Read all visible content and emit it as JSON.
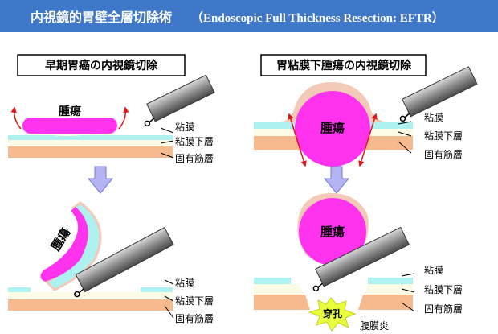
{
  "header": {
    "title_ja": "内視鏡的胃壁全層切除術",
    "title_en": "（Endoscopic Full Thickness Resection: EFTR）"
  },
  "left_panel": {
    "title": "早期胃癌の内視鏡切除",
    "tumor_label": "腫瘍",
    "tumor_label_rotated": "腫瘍",
    "layers": {
      "mucosa": "粘膜",
      "submucosa": "粘膜下層",
      "muscularis": "固有筋層"
    }
  },
  "right_panel": {
    "title": "胃粘膜下腫瘍の内視鏡切除",
    "tumor_label": "腫瘍",
    "tumor_label_lower": "腫瘍",
    "layers": {
      "mucosa": "粘膜",
      "submucosa": "粘膜下層",
      "muscularis": "固有筋層"
    },
    "perforation_label": "穿孔",
    "peritonitis_label": "腹膜炎"
  },
  "colors": {
    "header_bg": "#3f78c8",
    "mucosa": "#aef1f1",
    "submucosa": "#fbfbe6",
    "muscularis": "#f7b98e",
    "tumor": "#ff32ee",
    "tumor_cover": "#f3c9b8",
    "arrow_red": "#e01515",
    "down_arrow": "#b4b4f2",
    "burst": "#e8ff3c"
  }
}
